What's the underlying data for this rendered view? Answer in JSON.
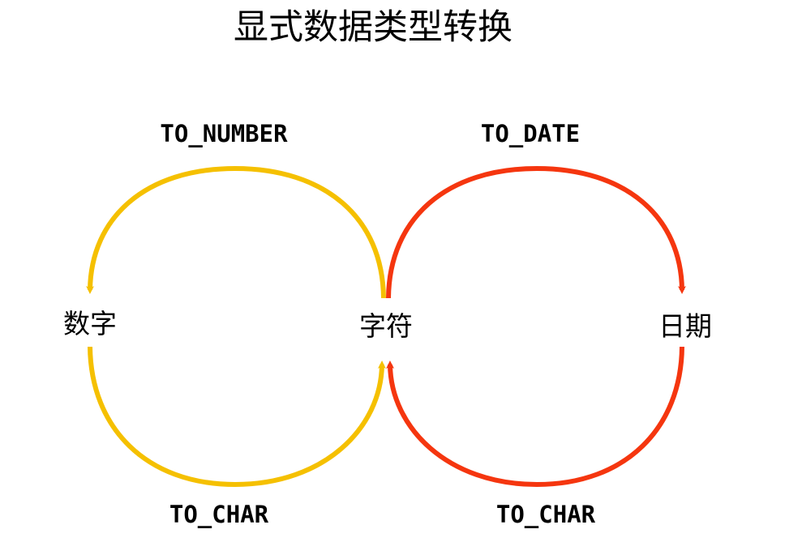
{
  "title": "显式数据类型转换",
  "colors": {
    "yellow": "#f5c000",
    "red": "#f5360f"
  },
  "nodes": {
    "number": "数字",
    "char": "字符",
    "date": "日期"
  },
  "conversions": {
    "to_number": "TO_NUMBER",
    "to_date": "TO_DATE",
    "number_to_char": "TO_CHAR",
    "date_to_char": "TO_CHAR"
  }
}
